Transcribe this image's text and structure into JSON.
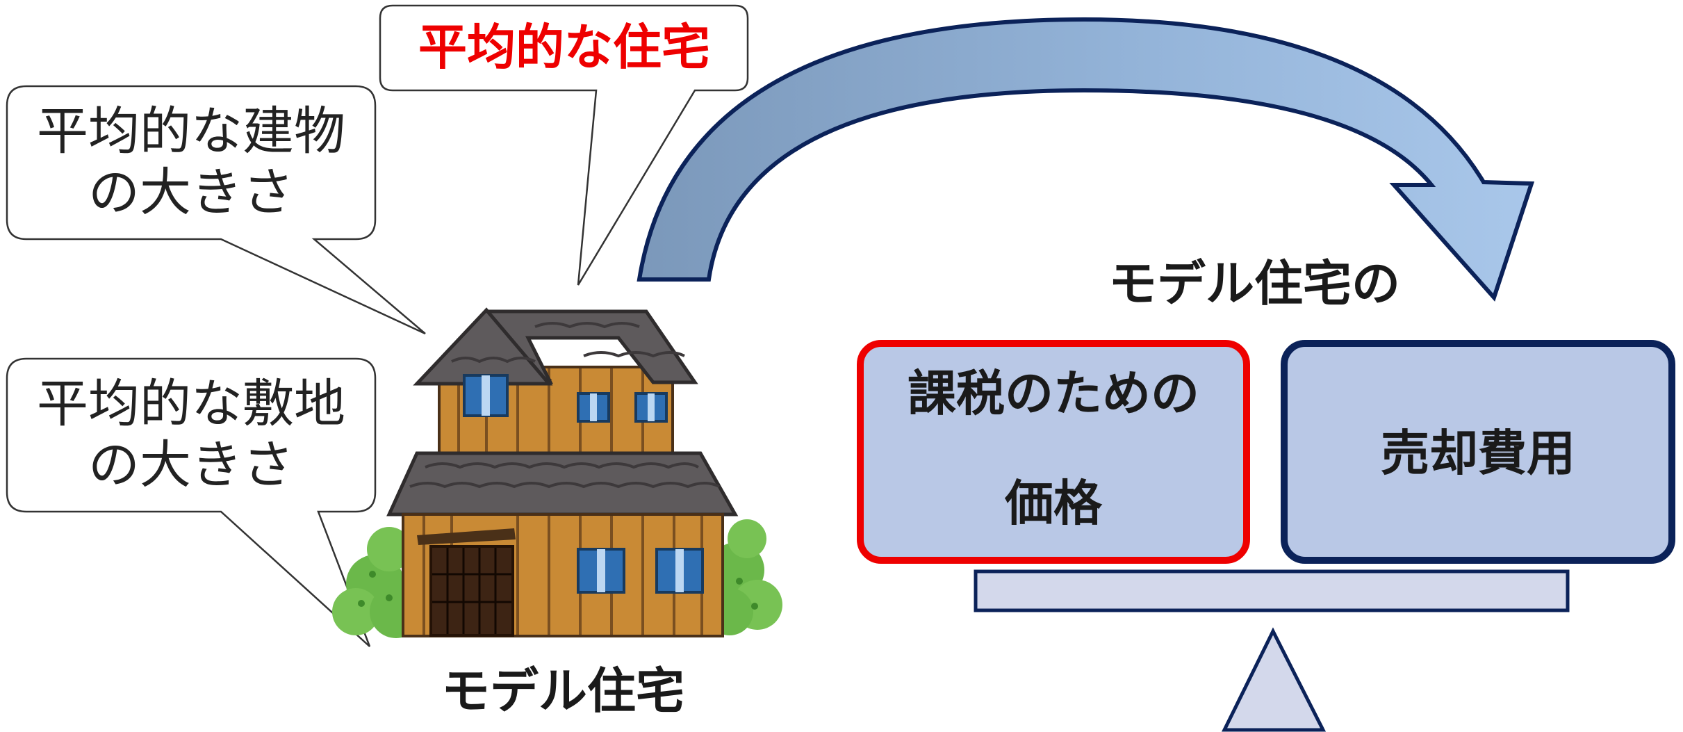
{
  "bubbles": {
    "top_label": "平均的な住宅",
    "building_line1": "平均的な建物",
    "building_line2": "の大きさ",
    "land_line1": "平均的な敷地",
    "land_line2": "の大きさ"
  },
  "house": {
    "caption": "モデル住宅"
  },
  "balance": {
    "heading": "モデル住宅の",
    "left_box_line1": "課税のための",
    "left_box_line2": "価格",
    "right_box": "売却費用"
  },
  "colors": {
    "accent_red": "#ee0000",
    "navy": "#0b2259",
    "box_fill": "#b9c8e6",
    "beam_fill": "#d3d8eb",
    "arrow_light": "#a7c4e6",
    "arrow_dark": "#7d99bb"
  }
}
